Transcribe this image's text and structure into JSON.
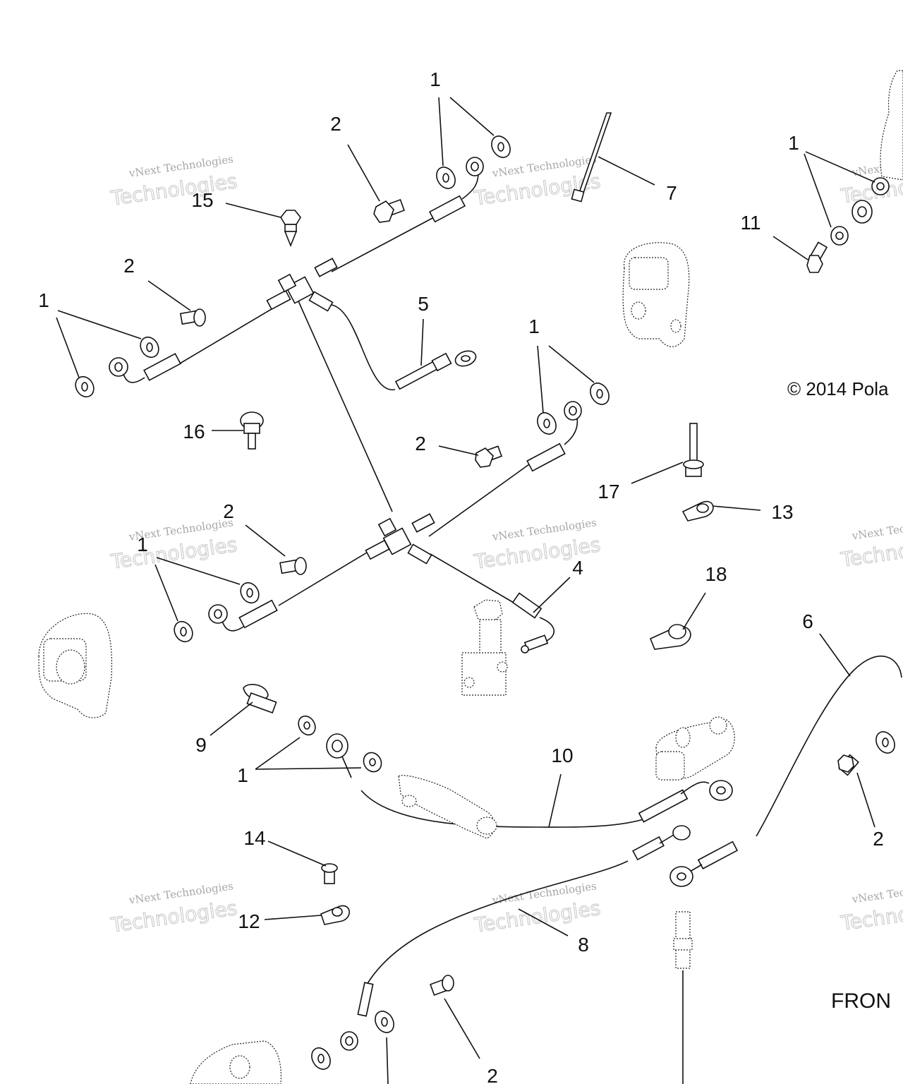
{
  "copyright": "© 2014 Pola",
  "front_label": "FRON",
  "watermark": {
    "line1": "vNext Technologies",
    "line2": "Technologies",
    "line3": "vNext"
  },
  "callouts": [
    {
      "id": "c1a",
      "label": "1"
    },
    {
      "id": "c1b",
      "label": "1"
    },
    {
      "id": "c1c",
      "label": "1"
    },
    {
      "id": "c1d",
      "label": "1"
    },
    {
      "id": "c1e",
      "label": "1"
    },
    {
      "id": "c1f",
      "label": "1"
    },
    {
      "id": "c2a",
      "label": "2"
    },
    {
      "id": "c2b",
      "label": "2"
    },
    {
      "id": "c2c",
      "label": "2"
    },
    {
      "id": "c2d",
      "label": "2"
    },
    {
      "id": "c2e",
      "label": "2"
    },
    {
      "id": "c2f",
      "label": "2"
    },
    {
      "id": "c4",
      "label": "4"
    },
    {
      "id": "c5",
      "label": "5"
    },
    {
      "id": "c6",
      "label": "6"
    },
    {
      "id": "c7",
      "label": "7"
    },
    {
      "id": "c8",
      "label": "8"
    },
    {
      "id": "c9",
      "label": "9"
    },
    {
      "id": "c10",
      "label": "10"
    },
    {
      "id": "c11",
      "label": "11"
    },
    {
      "id": "c12",
      "label": "12"
    },
    {
      "id": "c13",
      "label": "13"
    },
    {
      "id": "c14",
      "label": "14"
    },
    {
      "id": "c15",
      "label": "15"
    },
    {
      "id": "c16",
      "label": "16"
    },
    {
      "id": "c17",
      "label": "17"
    },
    {
      "id": "c18",
      "label": "18"
    }
  ]
}
